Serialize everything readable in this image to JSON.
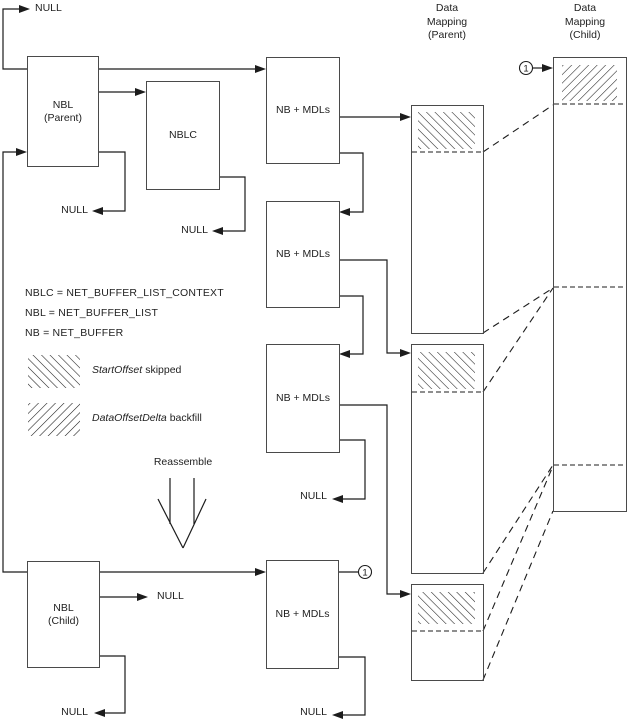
{
  "colors": {
    "background": "#ffffff",
    "ink": "#1c1c1c",
    "box_border": "#4a4a4a",
    "text": "#1f1f1f"
  },
  "headers": {
    "parent": [
      "Data",
      "Mapping",
      "(Parent)"
    ],
    "child": [
      "Data",
      "Mapping",
      "(Child)"
    ]
  },
  "nodes": {
    "nbl_parent": [
      "NBL",
      "(Parent)"
    ],
    "nblc": "NBLC",
    "nbl_child": [
      "NBL",
      "(Child)"
    ],
    "nb_mdls": "NB + MDLs"
  },
  "labels": {
    "null": "NULL",
    "reassemble": "Reassemble"
  },
  "legend": {
    "abbreviations": [
      "NBLC = NET_BUFFER_LIST_CONTEXT",
      "NBL = NET_BUFFER_LIST",
      "NB = NET_BUFFER"
    ],
    "start_offset": {
      "term": "StartOffset",
      "rest": "skipped"
    },
    "data_offset_delta": {
      "term": "DataOffsetDelta",
      "rest": "backfill"
    }
  },
  "markers": {
    "one": "1"
  }
}
